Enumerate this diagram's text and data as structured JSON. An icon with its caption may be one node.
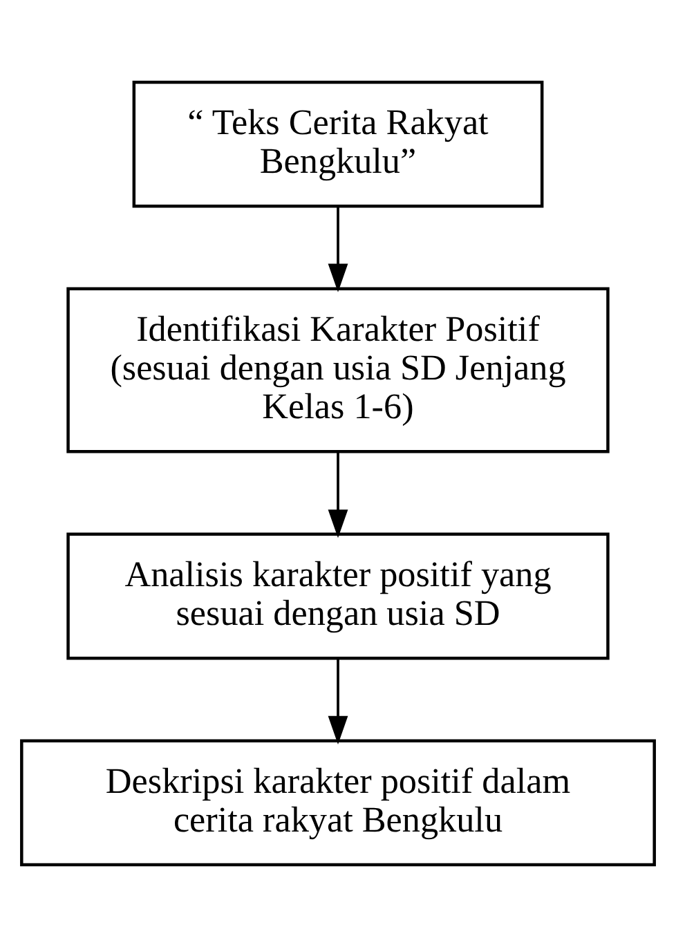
{
  "diagram": {
    "nodes": [
      {
        "text": [
          "“ Teks Cerita Rakyat Bengkulu”"
        ]
      },
      {
        "text": [
          "Identifikasi Karakter Positif (sesuai dengan usia SD Jenjang Kelas 1-6)"
        ]
      },
      {
        "text": [
          "Analisis karakter positif yang sesuai dengan usia SD"
        ]
      },
      {
        "text": [
          "Deskripsi karakter positif dalam cerita rakyat Bengkulu"
        ]
      }
    ],
    "edges": [
      {
        "from": 0,
        "to": 1,
        "arrow": "to"
      },
      {
        "from": 1,
        "to": 2,
        "arrow": "to"
      },
      {
        "from": 2,
        "to": 3,
        "arrow": "to"
      }
    ]
  }
}
